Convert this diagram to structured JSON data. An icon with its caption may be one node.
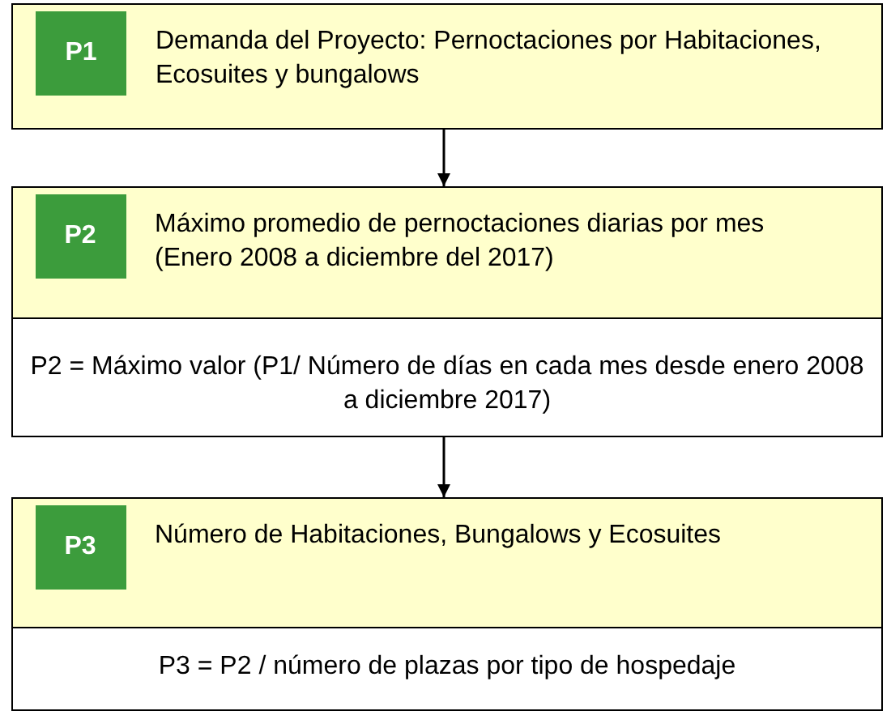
{
  "diagram": {
    "nodes": [
      {
        "text": [
          "P1",
          "Demanda del Proyecto: Pernoctaciones por Habitaciones, Ecosuites y bungalows"
        ]
      },
      {
        "text": [
          "P2 = Máximo valor (P1/ Número de días en cada mes desde enero 2008 a diciembre 2017)"
        ]
      },
      {
        "text": [
          "P2",
          "Máximo promedio de pernoctaciones  diarias por mes (Enero 2008 a diciembre del 2017)"
        ],
        "in": 1
      },
      {
        "text": [
          "P3 = P2 / número de plazas por tipo de hospedaje"
        ]
      },
      {
        "text": [
          "P3",
          "Número de Habitaciones, Bungalows y Ecosuites"
        ],
        "in": 3
      }
    ],
    "edges": [
      {
        "from": 0,
        "to": 1,
        "arrow": "to"
      },
      {
        "from": 1,
        "to": 3,
        "arrow": "to"
      }
    ]
  }
}
